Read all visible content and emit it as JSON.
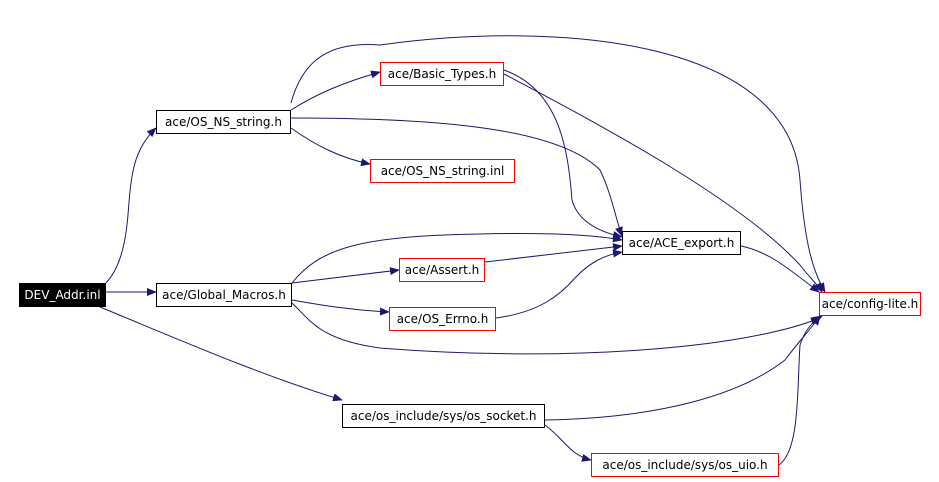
{
  "diagram": {
    "nodes": [
      {
        "id": "dev_addr",
        "label": "DEV_Addr.inl",
        "style": "root"
      },
      {
        "id": "os_ns_string_h",
        "label": "ace/OS_NS_string.h",
        "style": "black"
      },
      {
        "id": "basic_types",
        "label": "ace/Basic_Types.h",
        "style": "red"
      },
      {
        "id": "os_ns_string_inl",
        "label": "ace/OS_NS_string.inl",
        "style": "red"
      },
      {
        "id": "global_macros",
        "label": "ace/Global_Macros.h",
        "style": "black"
      },
      {
        "id": "ace_export",
        "label": "ace/ACE_export.h",
        "style": "black"
      },
      {
        "id": "assert",
        "label": "ace/Assert.h",
        "style": "red"
      },
      {
        "id": "os_errno",
        "label": "ace/OS_Errno.h",
        "style": "red"
      },
      {
        "id": "config_lite",
        "label": "ace/config-lite.h",
        "style": "red"
      },
      {
        "id": "os_socket",
        "label": "ace/os_include/sys/os_socket.h",
        "style": "black"
      },
      {
        "id": "os_uio",
        "label": "ace/os_include/sys/os_uio.h",
        "style": "red"
      }
    ],
    "edges": [
      [
        "dev_addr",
        "os_ns_string_h"
      ],
      [
        "dev_addr",
        "global_macros"
      ],
      [
        "dev_addr",
        "os_socket"
      ],
      [
        "os_ns_string_h",
        "basic_types"
      ],
      [
        "os_ns_string_h",
        "config_lite"
      ],
      [
        "os_ns_string_h",
        "ace_export"
      ],
      [
        "os_ns_string_h",
        "os_ns_string_inl"
      ],
      [
        "basic_types",
        "ace_export"
      ],
      [
        "basic_types",
        "config_lite"
      ],
      [
        "global_macros",
        "ace_export"
      ],
      [
        "global_macros",
        "assert"
      ],
      [
        "global_macros",
        "os_errno"
      ],
      [
        "global_macros",
        "config_lite"
      ],
      [
        "assert",
        "ace_export"
      ],
      [
        "os_errno",
        "ace_export"
      ],
      [
        "ace_export",
        "config_lite"
      ],
      [
        "os_socket",
        "config_lite"
      ],
      [
        "os_socket",
        "os_uio"
      ],
      [
        "os_uio",
        "config_lite"
      ]
    ],
    "colors": {
      "edge": "#191970",
      "root_fill": "#000000",
      "root_text": "#ffffff",
      "black_border": "#000000",
      "red_border": "#ff0000"
    }
  }
}
